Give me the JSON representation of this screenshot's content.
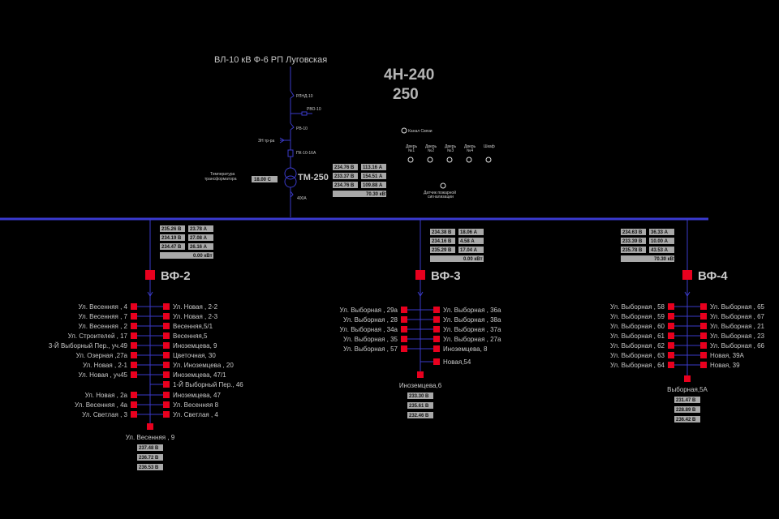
{
  "header": {
    "line_title": "ВЛ-10 кВ Ф-6 РП Луговская",
    "station_name": "4Н-240",
    "station_capacity": "250"
  },
  "equipment": {
    "rlnd": "РЛНД-10",
    "rvo": "РВО-10",
    "rv": "РВ-10",
    "zn": "ЗН тр-ра",
    "pk": "ПК-10-16А",
    "transformer": "ТМ-250",
    "fuse_400": "400А",
    "temp_label_1": "Температура",
    "temp_label_2": "трансформатора",
    "temp_value": "18.00 С"
  },
  "sensors": {
    "door_label_top": "Канал Связи",
    "doors": [
      {
        "line1": "Дверь",
        "line2": "№1"
      },
      {
        "line1": "Дверь",
        "line2": "№2"
      },
      {
        "line1": "Дверь",
        "line2": "№3"
      },
      {
        "line1": "Дверь",
        "line2": "№4"
      },
      {
        "line1": "Шкаф",
        "line2": ""
      }
    ],
    "fire_1": "Датчик пожарной",
    "fire_2": "сигнализации"
  },
  "main_meter": {
    "voltages": [
      "234.76 В",
      "233.37 В",
      "234.76 В"
    ],
    "currents": [
      "113.16 А",
      "154.51 А",
      "109.88 А"
    ],
    "power": "70.30 кВт"
  },
  "feeders": [
    {
      "name": "ВФ-2",
      "meter": {
        "voltages": [
          "235.26 В",
          "234.19 В",
          "234.47 В"
        ],
        "currents": [
          "23.78 А",
          "27.08 А",
          "26.16 А"
        ],
        "power": "0.00 кВт"
      },
      "left": [
        "Ул. Весенняя   , 4",
        "Ул. Весенняя   , 7",
        "Ул. Весенняя   , 2",
        "Ул. Строителей  , 17",
        "3-Й Выборный Пер., уч.49",
        "Ул. Озерная  ,27а",
        "Ул. Новая   , 2-1",
        "Ул. Новая  , уч45",
        "",
        "Ул. Новая   , 2а",
        "Ул. Весенняя  , 4а",
        "Ул. Светлая  , 3"
      ],
      "right": [
        "Ул. Новая   , 2-2",
        "Ул. Новая   , 2-3",
        "Весенняя,5/1",
        "Весенняя,5",
        "Иноземцева, 9",
        "Цветочная, 30",
        "Ул. Иноземцева   , 20",
        "Иноземцева, 47/1",
        "1-Й Выборный Пер., 46",
        "Иноземцева, 47",
        "Ул. Весенняя 8",
        "Ул. Светлая   , 4"
      ],
      "end": "Ул. Весенняя   , 9",
      "end_values": [
        "237.48 В",
        "236.72 В",
        "236.53 В"
      ]
    },
    {
      "name": "ВФ-3",
      "meter": {
        "voltages": [
          "234.38 В",
          "234.16 В",
          "235.29 В"
        ],
        "currents": [
          "18.06 А",
          "4.58 А",
          "17.04 А"
        ],
        "power": "0.00 кВт"
      },
      "left": [
        "Ул. Выборная  , 29а",
        "Ул. Выборная  , 28",
        "Ул. Выборная  , 34а",
        "Ул. Выборная  , 35",
        "Ул. Выборная  , 57"
      ],
      "right": [
        "Ул. Выборная  , 36а",
        "Ул. Выборная  , 38а",
        "Ул. Выборная  , 37а",
        "Ул. Выборная  , 27а",
        "Иноземцева, 8",
        "Новая,54"
      ],
      "end": "Иноземцева,6",
      "end_values": [
        "233.30 В",
        "235.61 В",
        "232.46 В"
      ]
    },
    {
      "name": "ВФ-4",
      "meter": {
        "voltages": [
          "234.63 В",
          "233.39 В",
          "235.78 В"
        ],
        "currents": [
          "36.33 А",
          "10.00 А",
          "43.53 А"
        ],
        "power": "70.30 кВт"
      },
      "left": [
        "Ул. Выборная  , 58",
        "Ул. Выборная  , 59",
        "Ул. Выборная  , 60",
        "Ул. Выборная  , 61",
        "Ул. Выборная  , 62",
        "Ул. Выборная  , 63",
        "Ул. Выборная  , 64"
      ],
      "right": [
        "Ул. Выборная  , 65",
        "Ул. Выборная  , 67",
        "Ул. Выборная  , 21",
        "Ул. Выборная  , 23",
        "Ул. Выборная  , 66",
        "Новая, 39А",
        "Новая, 39"
      ],
      "end": "Выборная,5А",
      "end_values": [
        "231.47 В",
        "228.89 В",
        "236.42 В"
      ]
    }
  ],
  "colors": {
    "background": "#000000",
    "wire": "#3a3ac8",
    "breaker": "#e8001e",
    "meter_fill": "#a8a8a8",
    "text": "#c8c8c8"
  }
}
